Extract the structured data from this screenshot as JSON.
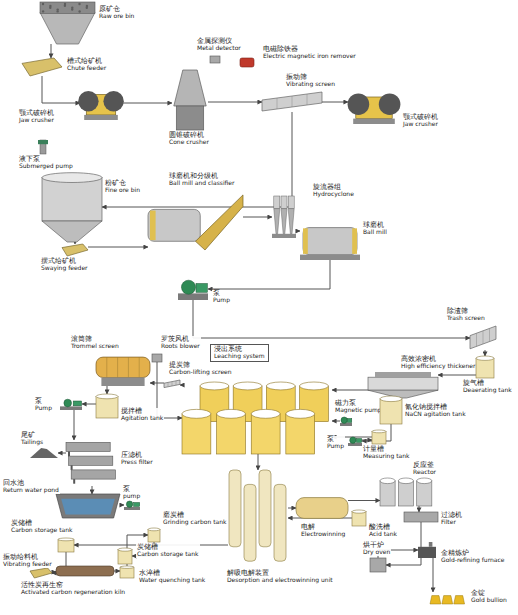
{
  "diagram": {
    "nodes": [
      {
        "text": [
          "原矿仓",
          "Raw ore bin"
        ]
      },
      {
        "text": [
          "槽式给矿机",
          "Chute feeder"
        ]
      },
      {
        "text": [
          "颚式破碎机",
          "Jaw crusher"
        ]
      },
      {
        "text": [
          "液下泵",
          "Submerged pump"
        ]
      },
      {
        "text": [
          "金属探测仪",
          "Metal detector"
        ]
      },
      {
        "text": [
          "电磁除铁器",
          "Electric magnetic iron remover"
        ]
      },
      {
        "text": [
          "圆锥破碎机",
          "Cone crusher"
        ]
      },
      {
        "text": [
          "振动筛",
          "Vibrating screen"
        ]
      },
      {
        "text": [
          "颚式破碎机",
          "Jaw crusher"
        ]
      },
      {
        "text": [
          "粉矿仓",
          "Fine ore bin"
        ]
      },
      {
        "text": [
          "摆式给矿机",
          "Swaying feeder"
        ]
      },
      {
        "text": [
          "球磨机和分级机",
          "Ball mill and classifier"
        ]
      },
      {
        "text": [
          "旋流器组",
          "Hydrocyclone"
        ]
      },
      {
        "text": [
          "球磨机",
          "Ball mill"
        ]
      },
      {
        "text": [
          "泵",
          "Pump"
        ]
      },
      {
        "text": [
          "除渣筛",
          "Trash screen"
        ]
      },
      {
        "text": [
          "滚筒筛",
          "Trommel screen"
        ]
      },
      {
        "text": [
          "罗茨风机",
          "Roots blower"
        ]
      },
      {
        "text": [
          "浸出系统",
          "Leaching system"
        ]
      },
      {
        "text": [
          "提炭筛",
          "Carbon-lifting screen"
        ]
      },
      {
        "text": [
          "高效浓密机",
          "High efficiency thickener"
        ]
      },
      {
        "text": [
          "旋气槽",
          "Deaerating tank"
        ]
      },
      {
        "text": [
          "泵",
          "Pump"
        ]
      },
      {
        "text": [
          "搅拌槽",
          "Agitation tank"
        ]
      },
      {
        "text": [
          "尾矿",
          "Tailings"
        ]
      },
      {
        "text": [
          "压滤机",
          "Press filter"
        ]
      },
      {
        "text": [
          "磁力泵",
          "Magnetic pump"
        ]
      },
      {
        "text": [
          "氰化钠搅拌槽",
          "NaCN agitation tank"
        ]
      },
      {
        "text": [
          "泵",
          "Pump"
        ]
      },
      {
        "text": [
          "计量槽",
          "Measuring tank"
        ]
      },
      {
        "text": [
          "回水池",
          "Return water pond"
        ]
      },
      {
        "text": [
          "泵",
          "pump"
        ]
      },
      {
        "text": [
          "反应釜",
          "Reactor"
        ]
      },
      {
        "text": [
          "炭储槽",
          "Carbon storage tank"
        ]
      },
      {
        "text": [
          "磨炭槽",
          "Grinding carbon tank"
        ]
      },
      {
        "text": [
          "电解",
          "Electrowinning"
        ]
      },
      {
        "text": [
          "酸洗槽",
          "Acid tank"
        ]
      },
      {
        "text": [
          "过滤机",
          "Filter"
        ]
      },
      {
        "text": [
          "炭储槽",
          "Carbon storage tank"
        ]
      },
      {
        "text": [
          "烘干炉",
          "Dry oven"
        ]
      },
      {
        "text": [
          "金精炼炉",
          "Gold-refining furnace"
        ]
      },
      {
        "text": [
          "振动给料机",
          "Vibrating feeder"
        ]
      },
      {
        "text": [
          "解吸电解装置",
          "Desorption and electrowinning unit"
        ]
      },
      {
        "text": [
          "活性炭再生窑",
          "Activated carbon regeneration kiln"
        ]
      },
      {
        "text": [
          "水淬槽",
          "Water quenching tank"
        ]
      },
      {
        "text": [
          "金锭",
          "Gold bullion"
        ]
      }
    ],
    "edges": [
      {
        "from": 0,
        "to": 1,
        "arrow": "to"
      },
      {
        "from": 1,
        "to": 2,
        "arrow": "to"
      },
      {
        "from": 2,
        "to": 6,
        "arrow": "to"
      },
      {
        "from": 6,
        "to": 7,
        "arrow": "to"
      },
      {
        "from": 7,
        "to": 8,
        "arrow": "to"
      },
      {
        "from": 7,
        "to": 9,
        "arrow": "to"
      },
      {
        "from": 9,
        "to": 10,
        "arrow": "to"
      },
      {
        "from": 10,
        "to": 11,
        "arrow": "to"
      },
      {
        "from": 11,
        "to": 12,
        "arrow": "to"
      },
      {
        "from": 12,
        "to": 13,
        "arrow": "to"
      },
      {
        "from": 13,
        "to": 14,
        "arrow": "to"
      },
      {
        "from": 14,
        "to": 15,
        "arrow": "to"
      },
      {
        "from": 15,
        "to": 21,
        "arrow": "to"
      },
      {
        "from": 21,
        "to": 20,
        "arrow": "to"
      },
      {
        "from": 20,
        "to": 18,
        "arrow": "to"
      },
      {
        "from": 17,
        "to": 18,
        "arrow": "to"
      },
      {
        "from": 18,
        "to": 19,
        "arrow": "to"
      },
      {
        "from": 19,
        "to": 16,
        "arrow": "to"
      },
      {
        "from": 16,
        "to": 23,
        "arrow": "to"
      },
      {
        "from": 23,
        "to": 22,
        "arrow": "to"
      },
      {
        "from": 22,
        "to": 25,
        "arrow": "to"
      },
      {
        "from": 25,
        "to": 24,
        "arrow": "to"
      },
      {
        "from": 25,
        "to": 30,
        "arrow": "to"
      },
      {
        "from": 30,
        "to": 31,
        "arrow": "to"
      },
      {
        "from": 27,
        "to": 28,
        "arrow": "to"
      },
      {
        "from": 28,
        "to": 29,
        "arrow": "to"
      },
      {
        "from": 29,
        "to": 18,
        "arrow": "to"
      },
      {
        "from": 26,
        "to": 18,
        "arrow": "to"
      },
      {
        "from": 18,
        "to": 42,
        "arrow": "to"
      },
      {
        "from": 42,
        "to": 35,
        "arrow": "to"
      },
      {
        "from": 35,
        "to": 32,
        "arrow": "to"
      },
      {
        "from": 32,
        "to": 37,
        "arrow": "to"
      },
      {
        "from": 37,
        "to": 39,
        "arrow": "to"
      },
      {
        "from": 39,
        "to": 40,
        "arrow": "to"
      },
      {
        "from": 40,
        "to": 45,
        "arrow": "to"
      },
      {
        "from": 36,
        "to": 42,
        "arrow": "to"
      },
      {
        "from": 42,
        "to": 33,
        "arrow": "to"
      },
      {
        "from": 33,
        "to": 41,
        "arrow": "to"
      },
      {
        "from": 41,
        "to": 43,
        "arrow": "to"
      },
      {
        "from": 43,
        "to": 44,
        "arrow": "to"
      },
      {
        "from": 44,
        "to": 34,
        "arrow": "to"
      },
      {
        "from": 34,
        "to": 38,
        "arrow": "to"
      }
    ]
  }
}
